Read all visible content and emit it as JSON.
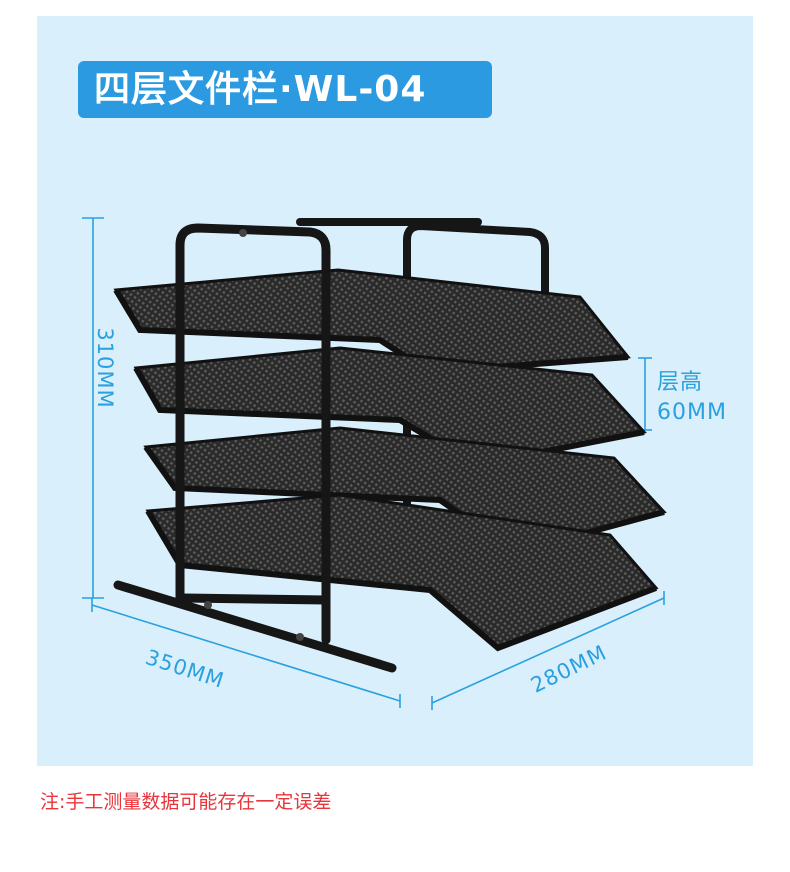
{
  "title": "四层文件栏·WL-04",
  "dimensions": {
    "height": "310MM",
    "width": "350MM",
    "depth": "280MM",
    "layer_label": "层高",
    "layer_value": "60MM"
  },
  "note": "注:手工测量数据可能存在一定误差",
  "colors": {
    "panel_bg": "#d9effb",
    "title_bg": "#2b9ae0",
    "dimension": "#2aa0df",
    "note": "#e8343b",
    "product": "#1a1a1a"
  }
}
